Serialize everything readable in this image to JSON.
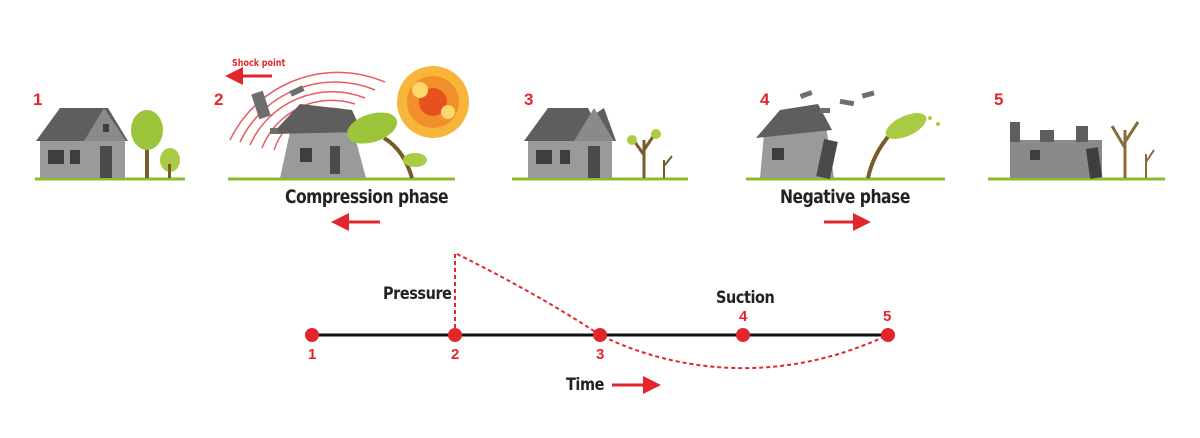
{
  "stages": [
    "1",
    "2",
    "3",
    "4",
    "5"
  ],
  "shock_point": "Shock point",
  "compression_phase": "Compression phase",
  "negative_phase": "Negative phase",
  "timeline": {
    "pressure": "Pressure",
    "suction": "Suction",
    "time": "Time",
    "points": [
      "1",
      "2",
      "3",
      "4",
      "5"
    ]
  },
  "colors": {
    "accent": "#e3262b",
    "grass": "#8cbc2c",
    "house": "#8e8e8e",
    "roof": "#5e5e5e"
  }
}
